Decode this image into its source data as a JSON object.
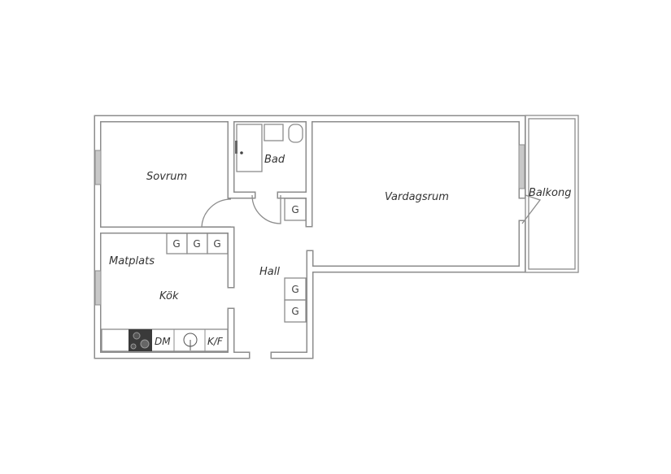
{
  "rooms": {
    "sovrum": "Sovrum",
    "bad": "Bad",
    "vardagsrum": "Vardagsrum",
    "balkong": "Balkong",
    "matplats": "Matplats",
    "kok": "Kök",
    "hall": "Hall"
  },
  "fixtures": {
    "closet": "G",
    "dishwasher": "DM",
    "fridge_freezer": "K/F"
  }
}
